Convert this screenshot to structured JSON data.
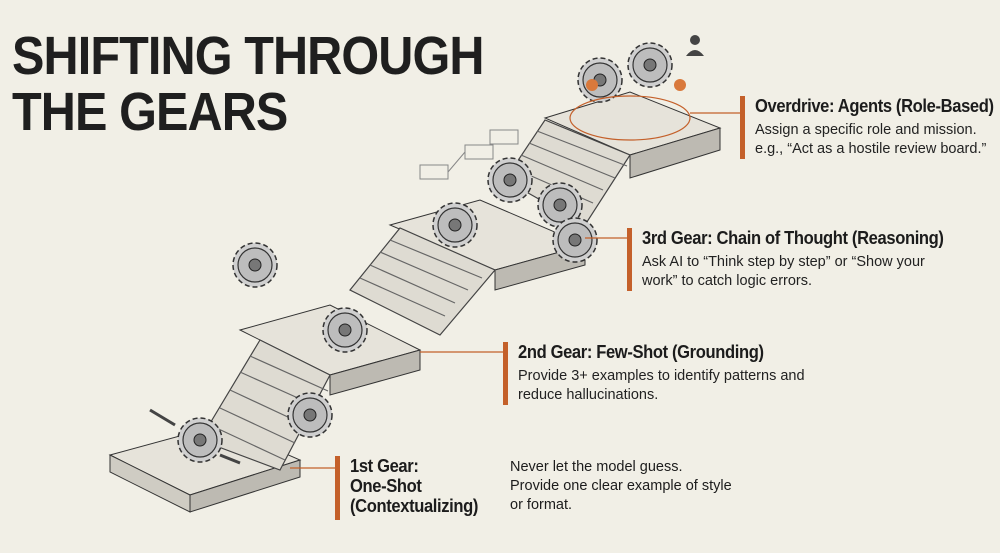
{
  "title": {
    "line1": "SHIFTING THROUGH",
    "line2": "THE GEARS"
  },
  "accent_color": "#c4602a",
  "background_color": "#f1efe6",
  "gears": [
    {
      "heading": "Overdrive: Agents (Role-Based)",
      "lines": [
        "Assign a specific role and mission.",
        "e.g., “Act as a hostile review board.”"
      ]
    },
    {
      "heading": "3rd Gear: Chain of Thought (Reasoning)",
      "lines": [
        "Ask AI to “Think step by step” or “Show your",
        "work” to catch logic errors."
      ]
    },
    {
      "heading": "2nd Gear: Few-Shot (Grounding)",
      "lines": [
        "Provide 3+ examples to identify patterns and",
        "reduce hallucinations."
      ]
    },
    {
      "heading_lines": [
        "1st Gear:",
        "One-Shot",
        "(Contextualizing)"
      ],
      "lines": [
        "Never let the model guess.",
        "Provide one clear example of style",
        "or format."
      ]
    }
  ],
  "illustration_icons": [
    "staircase",
    "gear-icon",
    "flowchart-icon",
    "user-gear-icon",
    "arrow-icon"
  ]
}
